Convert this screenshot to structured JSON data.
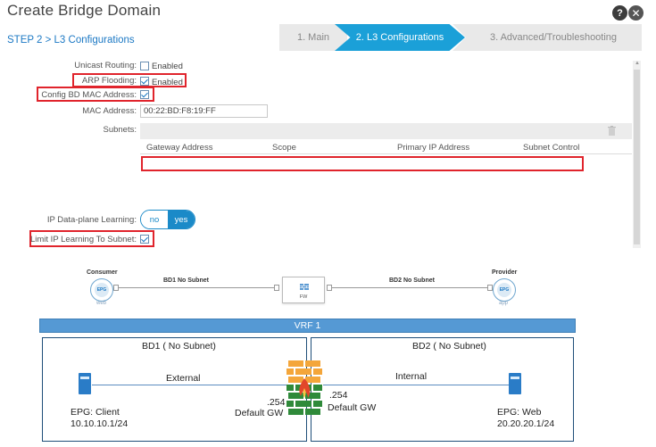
{
  "dialog": {
    "title": "Create Bridge Domain",
    "help_icon": "question-icon",
    "help_text": "?",
    "close_icon": "close-icon",
    "close_text": "✕"
  },
  "wizard": {
    "current_label": "STEP 2 > L3 Configurations",
    "steps": [
      {
        "label": "1. Main",
        "state": "done"
      },
      {
        "label": "2. L3 Configurations",
        "state": "active"
      },
      {
        "label": "3. Advanced/Troubleshooting",
        "state": "pending"
      }
    ],
    "active_color": "#1ba0d8"
  },
  "form": {
    "unicast_routing": {
      "label": "Unicast Routing:",
      "text": "Enabled",
      "checked": false
    },
    "arp_flooding": {
      "label": "ARP Flooding:",
      "text": "Enabled",
      "checked": true
    },
    "config_bd_mac": {
      "label": "Config BD MAC Address:",
      "checked": true
    },
    "mac_address": {
      "label": "MAC Address:",
      "value": "00:22:BD:F8:19:FF"
    },
    "subnets": {
      "label": "Subnets:",
      "columns": [
        "Gateway Address",
        "Scope",
        "Primary IP Address",
        "Subnet Control"
      ],
      "rows": []
    },
    "ip_dataplane_learning": {
      "label": "IP Data-plane Learning:",
      "options": [
        "no",
        "yes"
      ],
      "selected": "yes"
    },
    "limit_ip_learning": {
      "label": "Limit IP Learning To Subnet:",
      "checked": true
    },
    "highlight_color": "#e0242c"
  },
  "contract_diagram": {
    "consumer": {
      "role": "Consumer",
      "badge": "EPG",
      "name": "web"
    },
    "provider": {
      "role": "Provider",
      "badge": "EPG",
      "name": "app"
    },
    "bd1_label": "BD1 No Subnet",
    "bd2_label": "BD2 No Subnet",
    "device": "FW"
  },
  "vrf_diagram": {
    "vrf_label": "VRF 1",
    "bd1": {
      "title": "BD1 ( No Subnet)",
      "link_label": "External",
      "epg_name": "EPG: Client",
      "epg_subnet": "10.10.10.1/24",
      "gw_ip": ".254",
      "gw_label": "Default GW"
    },
    "bd2": {
      "title": "BD2 ( No Subnet)",
      "link_label": "Internal",
      "epg_name": "EPG: Web",
      "epg_subnet": "20.20.20.1/24",
      "gw_ip": ".254",
      "gw_label": "Default GW"
    },
    "vrf_color": "#5599d4",
    "server_color": "#2a7cc7",
    "firewall_icon": "firewall-icon"
  }
}
